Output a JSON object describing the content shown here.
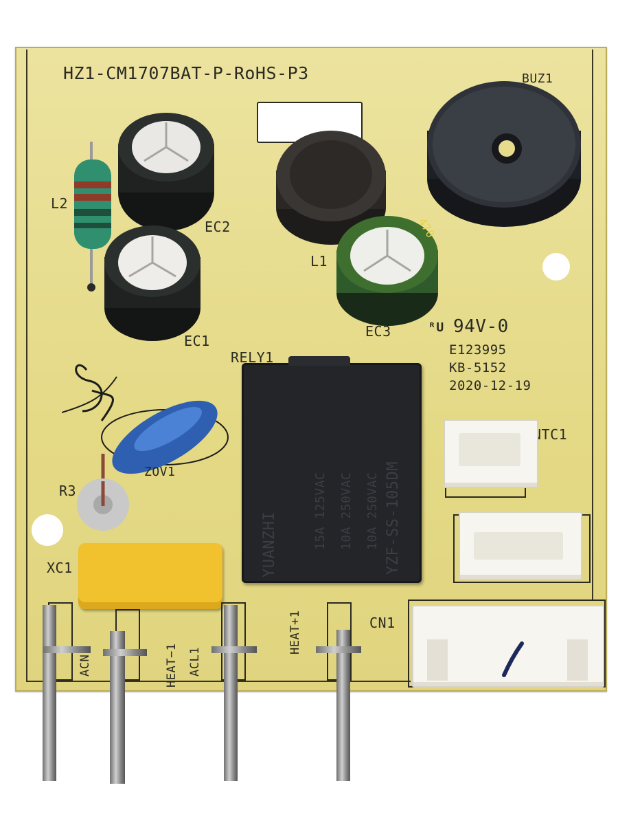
{
  "board": {
    "title": "HZ1-CM1707BAT-P-RoHS-P3",
    "certification": {
      "ul_mark": "ᴿU",
      "rating": "94V-0",
      "file_number": "E123995",
      "maker_code": "KB-5152",
      "date": "2020-12-19"
    },
    "labels": {
      "buzzer": "BUZ1",
      "l2": "L2",
      "ec2": "EC2",
      "ec1": "EC1",
      "l1": "L1",
      "ec3": "EC3",
      "relay": "RELY1",
      "rt": "R3",
      "zov": "ZOV1",
      "xc1": "XC1",
      "ntc1": "NTC1",
      "cn1": "CN1",
      "acn": "ACN",
      "heat_minus": "HEAT−1",
      "acl": "ACL1",
      "heat_plus": "HEAT+1"
    },
    "relay_markings": {
      "brand": "YUANZHI",
      "model": "YZF-SS-105DM",
      "ratings": [
        "15A 125VAC",
        "10A 250VAC",
        "10A 250VAC"
      ]
    },
    "cap_markings": {
      "ec3": "470"
    }
  },
  "colors": {
    "pcb": "#e7dc8e",
    "silkscreen": "#2a2a22",
    "capacitor_sleeve": "#1f2220",
    "ec3_sleeve": "#2e5a2c",
    "relay_body": "#232528",
    "varistor": "#2f5fb0",
    "x_capacitor": "#f2c12e",
    "inductor_l2": "#2f8f6f",
    "connector": "#f7f5f0"
  }
}
